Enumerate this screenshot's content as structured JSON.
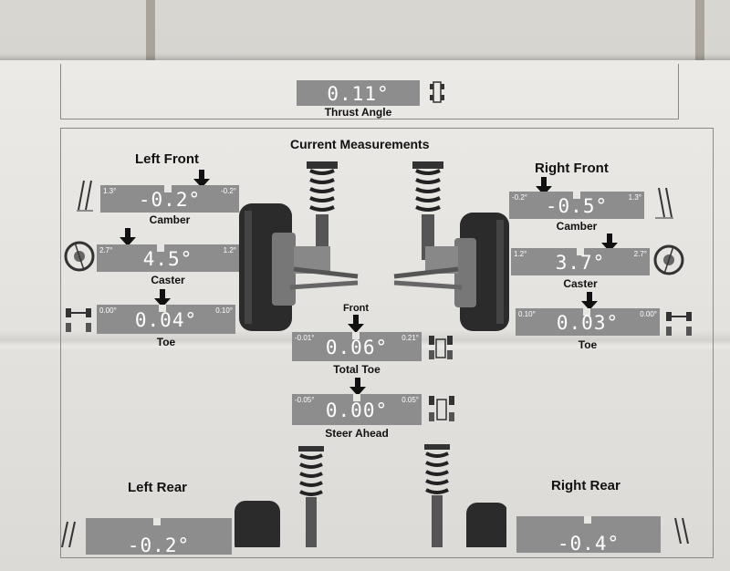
{
  "thrust": {
    "value": "0.11°",
    "label": "Thrust Angle"
  },
  "section_title": "Current Measurements",
  "left_front": {
    "title": "Left Front",
    "camber": {
      "value": "-0.2°",
      "min": "1.3°",
      "max": "-0.2°",
      "label": "Camber"
    },
    "caster": {
      "value": "4.5°",
      "min": "2.7°",
      "max": "1.2°",
      "label": "Caster"
    },
    "toe": {
      "value": "0.04°",
      "min": "0.00°",
      "max": "0.10°",
      "label": "Toe"
    }
  },
  "right_front": {
    "title": "Right Front",
    "camber": {
      "value": "-0.5°",
      "min": "-0.2°",
      "max": "1.3°",
      "label": "Camber"
    },
    "caster": {
      "value": "3.7°",
      "min": "1.2°",
      "max": "2.7°",
      "label": "Caster"
    },
    "toe": {
      "value": "0.03°",
      "min": "0.10°",
      "max": "0.00°",
      "label": "Toe"
    }
  },
  "front_label": "Front",
  "total_toe": {
    "value": "0.06°",
    "min": "-0.01°",
    "max": "0.21°",
    "label": "Total Toe"
  },
  "steer_ahead": {
    "value": "0.00°",
    "min": "-0.05°",
    "max": "0.05°",
    "label": "Steer Ahead"
  },
  "left_rear": {
    "title": "Left Rear",
    "value": "-0.2°"
  },
  "right_rear": {
    "title": "Right Rear",
    "value": "-0.4°"
  }
}
